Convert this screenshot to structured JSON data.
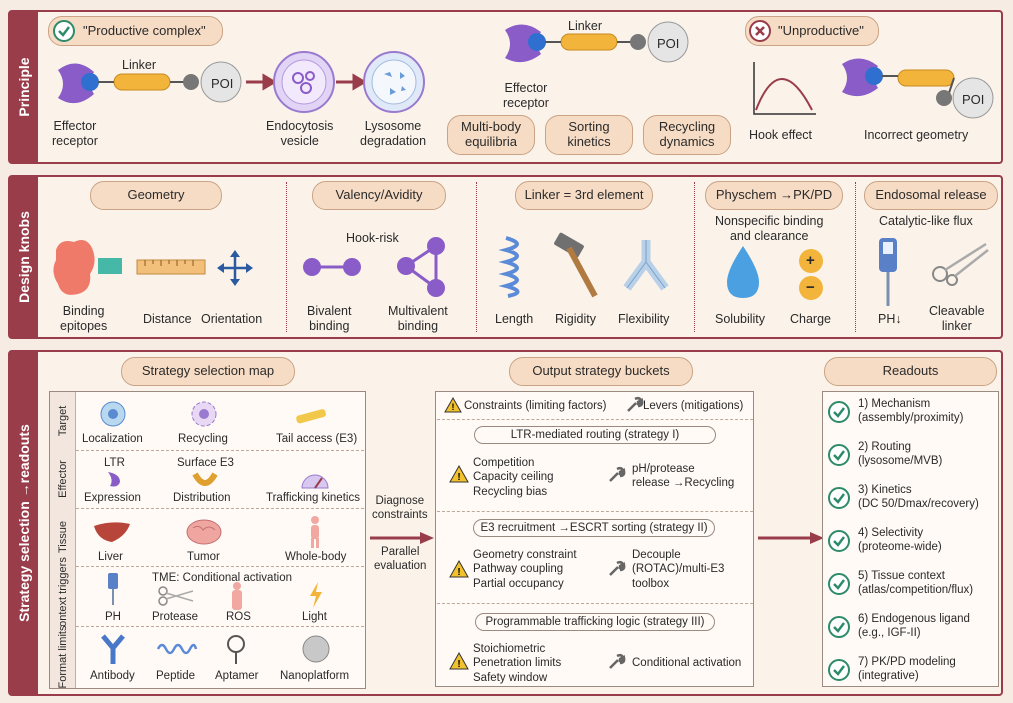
{
  "principle": {
    "side_label": "Principle",
    "productive": "\"Productive complex\"",
    "unproductive": "\"Unproductive\"",
    "linker": "Linker",
    "poi": "POI",
    "effector_receptor": "Effector receptor",
    "effector_l1": "Effector",
    "effector_l2": "receptor",
    "endo_l1": "Endocytosis",
    "endo_l2": "vesicle",
    "lyso_l1": "Lysosome",
    "lyso_l2": "degradation",
    "mid_linker": "Linker",
    "mid_poi": "POI",
    "mid_eff_l1": "Effector",
    "mid_eff_l2": "receptor",
    "pills": [
      {
        "l1": "Multi-body",
        "l2": "equilibria"
      },
      {
        "l1": "Sorting",
        "l2": "kinetics"
      },
      {
        "l1": "Recycling",
        "l2": "dynamics"
      }
    ],
    "hook_effect": "Hook effect",
    "incorrect_geometry": "Incorrect geometry",
    "right_poi": "POI"
  },
  "design": {
    "side_label": "Design knobs",
    "headers": [
      "Geometry",
      "Valency/Avidity",
      "Linker = 3rd element",
      "Physchem →PK/PD",
      "Endosomal release"
    ],
    "geometry": {
      "binding_l1": "Binding",
      "binding_l2": "epitopes",
      "distance": "Distance",
      "orientation": "Orientation"
    },
    "valency": {
      "hook_risk": "Hook-risk",
      "bivalent_l1": "Bivalent",
      "bivalent_l2": "binding",
      "multivalent_l1": "Multivalent",
      "multivalent_l2": "binding"
    },
    "linker": {
      "length": "Length",
      "rigidity": "Rigidity",
      "flexibility": "Flexibility"
    },
    "physchem": {
      "sub_l1": "Nonspecific binding",
      "sub_l2": "and clearance",
      "solubility": "Solubility",
      "charge": "Charge",
      "plus": "+",
      "minus": "−"
    },
    "endosomal": {
      "sub": "Catalytic-like flux",
      "ph": "PH↓",
      "cleavable_l1": "Cleavable",
      "cleavable_l2": "linker"
    }
  },
  "strategy": {
    "side_label": "Strategy selection →readouts",
    "map_title": "Strategy selection map",
    "rows": [
      {
        "label": "Target",
        "items": [
          "Localization",
          "Recycling",
          "Tail access (E3)"
        ]
      },
      {
        "label": "Effector",
        "items": [
          "Expression",
          "Distribution",
          "Trafficking kinetics"
        ],
        "tops": [
          "LTR",
          "Surface E3"
        ]
      },
      {
        "label": "Tissue",
        "items": [
          "Liver",
          "Tumor",
          "Whole-body"
        ]
      },
      {
        "label": "Context triggers",
        "items": [
          "PH",
          "Protease",
          "ROS",
          "Light"
        ],
        "top": "TME: Conditional activation"
      },
      {
        "label": "Format limits",
        "items": [
          "Antibody",
          "Peptide",
          "Aptamer",
          "Nanoplatform"
        ]
      }
    ],
    "diagnose_l1": "Diagnose",
    "diagnose_l2": "constraints",
    "parallel_l1": "Parallel",
    "parallel_l2": "evaluation",
    "buckets_title": "Output strategy buckets",
    "constraints_label": "Constraints (limiting factors)",
    "levers_label": "Levers (mitigations)",
    "buckets": [
      {
        "title": "LTR-mediated routing (strategy I)",
        "constraints": [
          "Competition",
          "Capacity ceiling",
          "Recycling bias"
        ],
        "levers": [
          "pH/protease",
          "release →Recycling"
        ]
      },
      {
        "title": "E3 recruitment →ESCRT sorting (strategy II)",
        "constraints": [
          "Geometry constraint",
          "Pathway coupling",
          "Partial occupancy"
        ],
        "levers": [
          "Decouple",
          "(ROTAC)/multi-E3",
          "toolbox"
        ]
      },
      {
        "title": "Programmable trafficking logic (strategy III)",
        "constraints": [
          "Stoichiometric",
          "Penetration limits",
          "Safety window"
        ],
        "levers": [
          "Conditional activation"
        ]
      }
    ],
    "readouts_title": "Readouts",
    "readouts": [
      {
        "l1": "1) Mechanism",
        "l2": "(assembly/proximity)"
      },
      {
        "l1": "2) Routing",
        "l2": "(lysosome/MVB)"
      },
      {
        "l1": "3) Kinetics",
        "l2": "(DC 50/Dmax/recovery)"
      },
      {
        "l1": "4) Selectivity",
        "l2": "(proteome-wide)"
      },
      {
        "l1": "5) Tissue context",
        "l2": "(atlas/competition/flux)"
      },
      {
        "l1": "6) Endogenous ligand",
        "l2": "(e.g., IGF-II)"
      },
      {
        "l1": "7) PK/PD modeling",
        "l2": "(integrative)"
      }
    ]
  },
  "colors": {
    "accent": "#9a3d4a",
    "pill": "#f7dcc5",
    "check": "#2e8b6a",
    "warn": "#f2c12e",
    "purple": "#8a5cc8"
  }
}
